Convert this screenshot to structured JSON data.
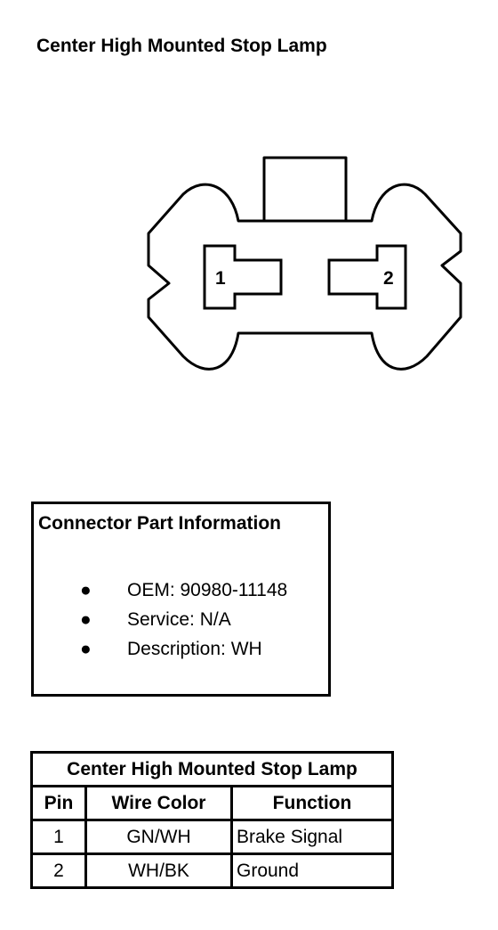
{
  "diagram": {
    "title": "Center High Mounted Stop Lamp",
    "pins": {
      "pin1": "1",
      "pin2": "2"
    }
  },
  "connector_info": {
    "heading": "Connector Part Information",
    "items": [
      "OEM: 90980-11148",
      "Service: N/A",
      "Description: WH"
    ]
  },
  "pin_table": {
    "title": "Center High Mounted Stop Lamp",
    "headers": [
      "Pin",
      "Wire Color",
      "Function"
    ],
    "rows": [
      [
        "1",
        "GN/WH",
        "Brake Signal"
      ],
      [
        "2",
        "WH/BK",
        "Ground"
      ]
    ]
  }
}
